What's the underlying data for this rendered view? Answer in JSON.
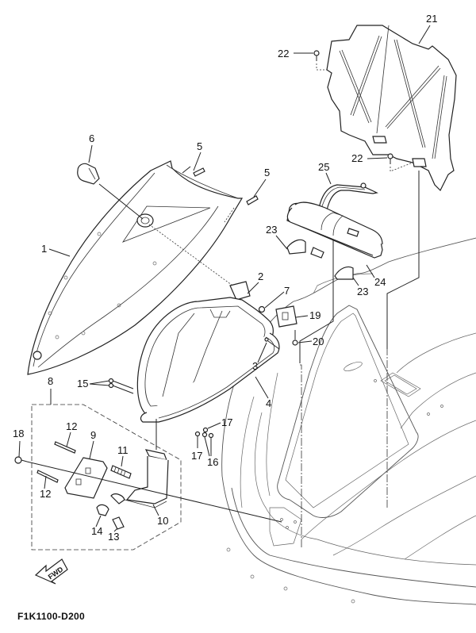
{
  "diagram": {
    "drawing_code": "F1K1100-D200",
    "fwd_arrow_text": "FWD",
    "callouts": {
      "c1": "1",
      "c2": "2",
      "c3": "3",
      "c4": "4",
      "c5a": "5",
      "c5b": "5",
      "c6": "6",
      "c7": "7",
      "c8": "8",
      "c9": "9",
      "c10": "10",
      "c11": "11",
      "c12a": "12",
      "c12b": "12",
      "c13": "13",
      "c14": "14",
      "c15": "15",
      "c16": "16",
      "c17a": "17",
      "c17b": "17",
      "c18": "18",
      "c19": "19",
      "c20": "20",
      "c21": "21",
      "c22a": "22",
      "c22b": "22",
      "c23a": "23",
      "c23b": "23",
      "c24": "24",
      "c25": "25"
    }
  }
}
